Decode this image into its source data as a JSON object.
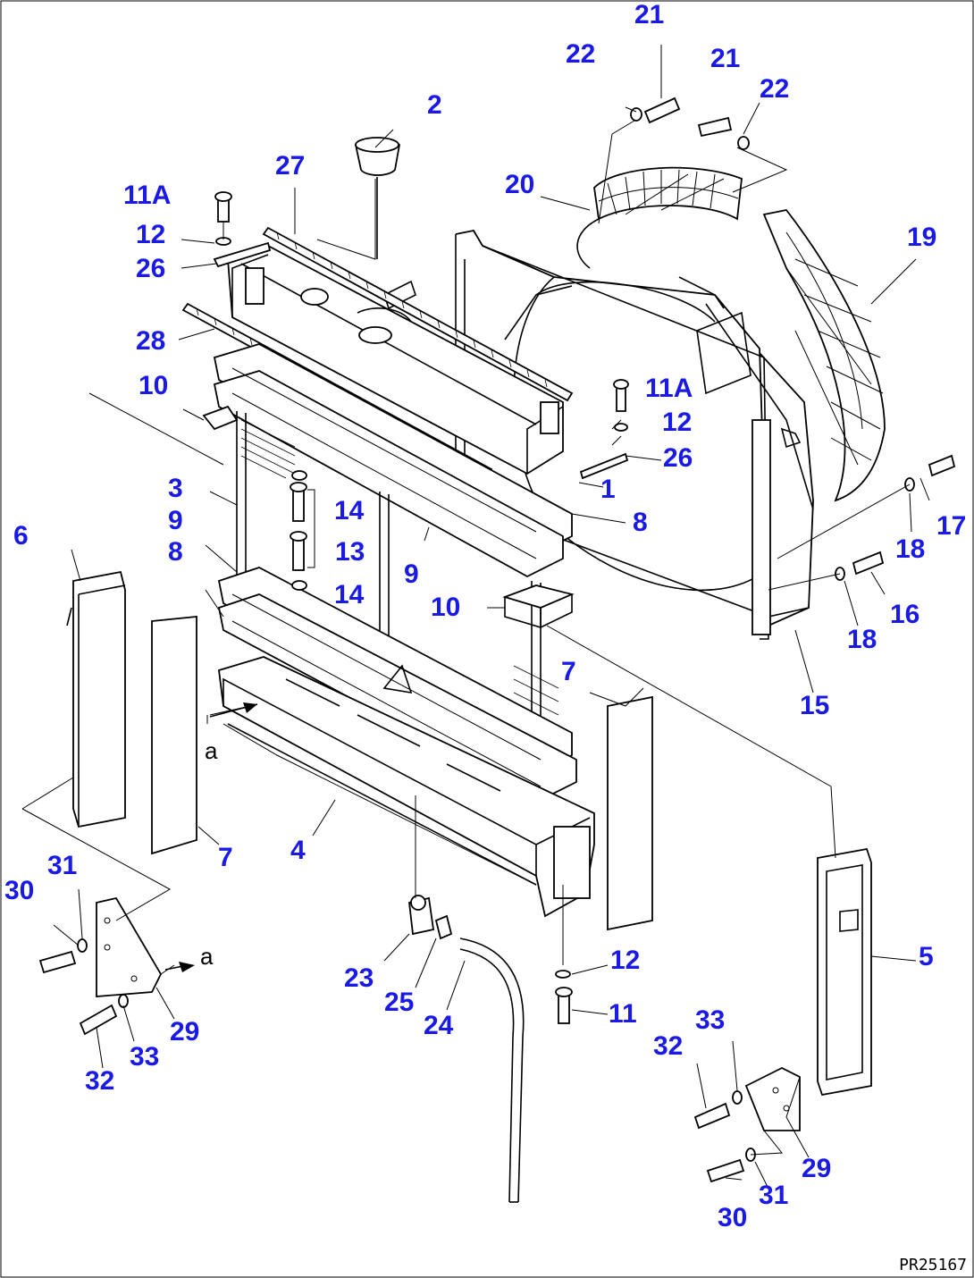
{
  "labels": [
    {
      "id": "1",
      "text": "1"
    },
    {
      "id": "2",
      "text": "2"
    },
    {
      "id": "3",
      "text": "3"
    },
    {
      "id": "4",
      "text": "4"
    },
    {
      "id": "5",
      "text": "5"
    },
    {
      "id": "6",
      "text": "6"
    },
    {
      "id": "7a",
      "text": "7"
    },
    {
      "id": "7b",
      "text": "7"
    },
    {
      "id": "8a",
      "text": "8"
    },
    {
      "id": "8b",
      "text": "8"
    },
    {
      "id": "9a",
      "text": "9"
    },
    {
      "id": "9b",
      "text": "9"
    },
    {
      "id": "10a",
      "text": "10"
    },
    {
      "id": "10b",
      "text": "10"
    },
    {
      "id": "11",
      "text": "11"
    },
    {
      "id": "11Aa",
      "text": "11A"
    },
    {
      "id": "11Ab",
      "text": "11A"
    },
    {
      "id": "12a",
      "text": "12"
    },
    {
      "id": "12b",
      "text": "12"
    },
    {
      "id": "12c",
      "text": "12"
    },
    {
      "id": "13",
      "text": "13"
    },
    {
      "id": "14a",
      "text": "14"
    },
    {
      "id": "14b",
      "text": "14"
    },
    {
      "id": "15",
      "text": "15"
    },
    {
      "id": "16",
      "text": "16"
    },
    {
      "id": "17",
      "text": "17"
    },
    {
      "id": "18a",
      "text": "18"
    },
    {
      "id": "18b",
      "text": "18"
    },
    {
      "id": "19",
      "text": "19"
    },
    {
      "id": "20",
      "text": "20"
    },
    {
      "id": "21a",
      "text": "21"
    },
    {
      "id": "21b",
      "text": "21"
    },
    {
      "id": "22a",
      "text": "22"
    },
    {
      "id": "22b",
      "text": "22"
    },
    {
      "id": "23",
      "text": "23"
    },
    {
      "id": "24",
      "text": "24"
    },
    {
      "id": "25",
      "text": "25"
    },
    {
      "id": "26a",
      "text": "26"
    },
    {
      "id": "26b",
      "text": "26"
    },
    {
      "id": "27",
      "text": "27"
    },
    {
      "id": "28",
      "text": "28"
    },
    {
      "id": "29a",
      "text": "29"
    },
    {
      "id": "29b",
      "text": "29"
    },
    {
      "id": "30a",
      "text": "30"
    },
    {
      "id": "30b",
      "text": "30"
    },
    {
      "id": "31a",
      "text": "31"
    },
    {
      "id": "31b",
      "text": "31"
    },
    {
      "id": "32a",
      "text": "32"
    },
    {
      "id": "32b",
      "text": "32"
    },
    {
      "id": "33a",
      "text": "33"
    },
    {
      "id": "33b",
      "text": "33"
    }
  ],
  "refs": {
    "a1": "a",
    "a2": "a"
  },
  "drawing_code": "PR25167",
  "colors": {
    "label": "#1a1ae6",
    "line": "#000000",
    "background": "#ffffff"
  }
}
